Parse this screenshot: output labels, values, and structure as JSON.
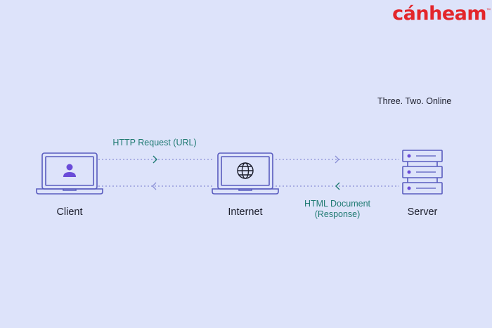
{
  "brand": {
    "logo_text": "cánheam",
    "trademark": "™"
  },
  "tagline": "Three. Two. Online",
  "nodes": {
    "client": {
      "label": "Client",
      "icon": "user-icon"
    },
    "internet": {
      "label": "Internet",
      "icon": "globe-icon"
    },
    "server": {
      "label": "Server",
      "icon": "server-rack-icon"
    }
  },
  "arrows": {
    "request": {
      "label": "HTTP Request (URL)",
      "direction": "right"
    },
    "response": {
      "label_line1": "HTML Document",
      "label_line2": "(Response)",
      "direction": "left"
    }
  },
  "colors": {
    "background": "#dde3fa",
    "outline": "#595cbf",
    "accent_purple": "#6a4cd8",
    "label_teal": "#1f7a72",
    "logo_red": "#e3262b"
  }
}
